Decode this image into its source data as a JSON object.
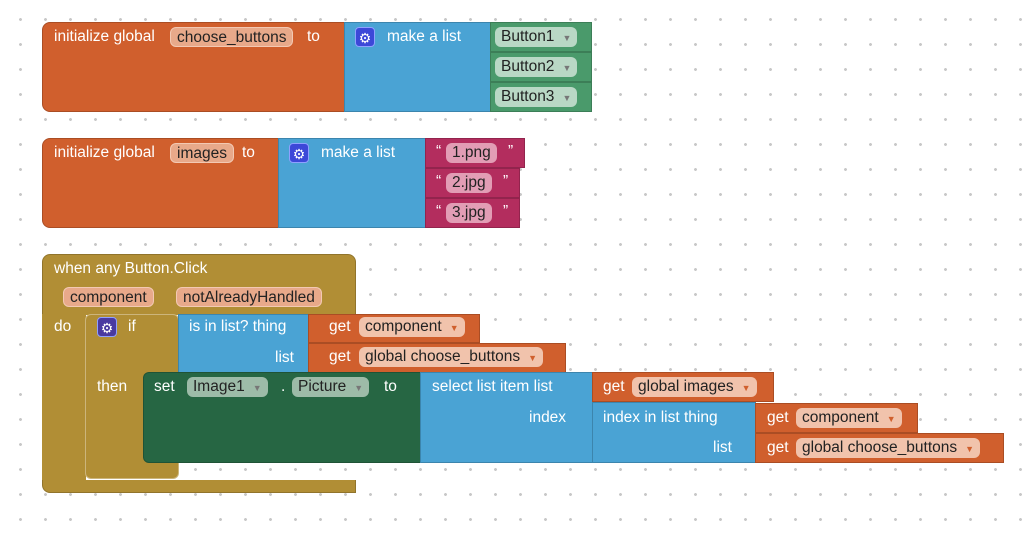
{
  "block1": {
    "init": "initialize global",
    "var": "choose_buttons",
    "to": "to",
    "make_list": "make a list",
    "items": [
      "Button1",
      "Button2",
      "Button3"
    ]
  },
  "block2": {
    "init": "initialize global",
    "var": "images",
    "to": "to",
    "make_list": "make a list",
    "items": [
      "1.png",
      "2.jpg",
      "3.jpg"
    ],
    "quote_open": "“",
    "quote_close": "”"
  },
  "block3": {
    "event": "when any Button.Click",
    "params": [
      "component",
      "notAlreadyHandled"
    ],
    "do": "do",
    "if": "if",
    "then": "then",
    "is_in_list": "is in list? thing",
    "list": "list",
    "get": "get",
    "get_component": "component",
    "get_choose": "global choose_buttons",
    "set": "set",
    "component": "Image1",
    "dot": ".",
    "property": "Picture",
    "to": "to",
    "select": "select list item  list",
    "index": "index",
    "get_images": "global images",
    "index_in_list": "index in list  thing",
    "list2": "list"
  },
  "colors": {
    "variables": "#D05F2D",
    "lists": "#4AA3D4",
    "component": "#4A9A6B",
    "setter": "#266643",
    "event": "#B18E35",
    "text": "#B32D5E"
  }
}
